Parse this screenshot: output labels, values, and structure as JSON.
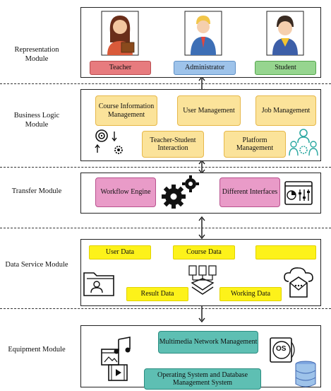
{
  "modules": {
    "representation": "Representation Module",
    "business": "Business Logic Module",
    "transfer": "Transfer Module",
    "data_service": "Data Service Module",
    "equipment": "Equipment Module"
  },
  "representation": {
    "teacher": "Teacher",
    "administrator": "Administrator",
    "student": "Student"
  },
  "business": {
    "course_info": "Course Information Management",
    "user_mgmt": "User Management",
    "job_mgmt": "Job Management",
    "teacher_student": "Teacher-Student Interaction",
    "platform_mgmt": "Platform Management"
  },
  "transfer": {
    "workflow": "Workflow Engine",
    "interfaces": "Different Interfaces"
  },
  "data_service": {
    "user_data": "User Data",
    "course_data": "Course Data",
    "result_data": "Result Data",
    "working_data": "Working Data"
  },
  "equipment": {
    "multimedia": "Multimedia Network Management",
    "os_db": "Operating System and Database Management System",
    "os_icon_text": "OS"
  },
  "colors": {
    "orange": "#fbe39a",
    "yellow": "#fdf21a",
    "pink": "#e99bc8",
    "teal": "#5ebfb3",
    "teacher": "#e77b7e",
    "administrator": "#9ec3ea",
    "student": "#96d58f"
  }
}
